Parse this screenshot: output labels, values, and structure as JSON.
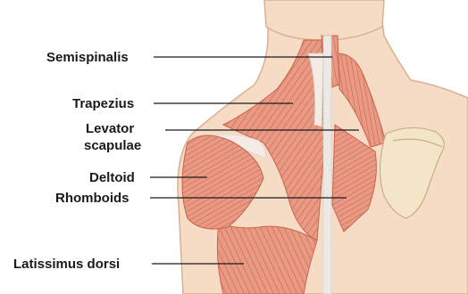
{
  "labels": {
    "semispinalis": "Semispinalis",
    "trapezius": "Trapezius",
    "levator_line1": "Levator",
    "levator_line2": "scapulae",
    "deltoid": "Deltoid",
    "rhomboids": "Rhomboids",
    "latissimus": "Latissimus dorsi"
  },
  "colors": {
    "skin": "#f6dcc4",
    "skin_outline": "#d9b092",
    "muscle": "#e89a84",
    "muscle_dark": "#c9624e",
    "tendon": "#f3ebe4",
    "spine": "#ece8e3",
    "scapula": "#f3e6c8",
    "leader_line": "#1a1a1a"
  }
}
